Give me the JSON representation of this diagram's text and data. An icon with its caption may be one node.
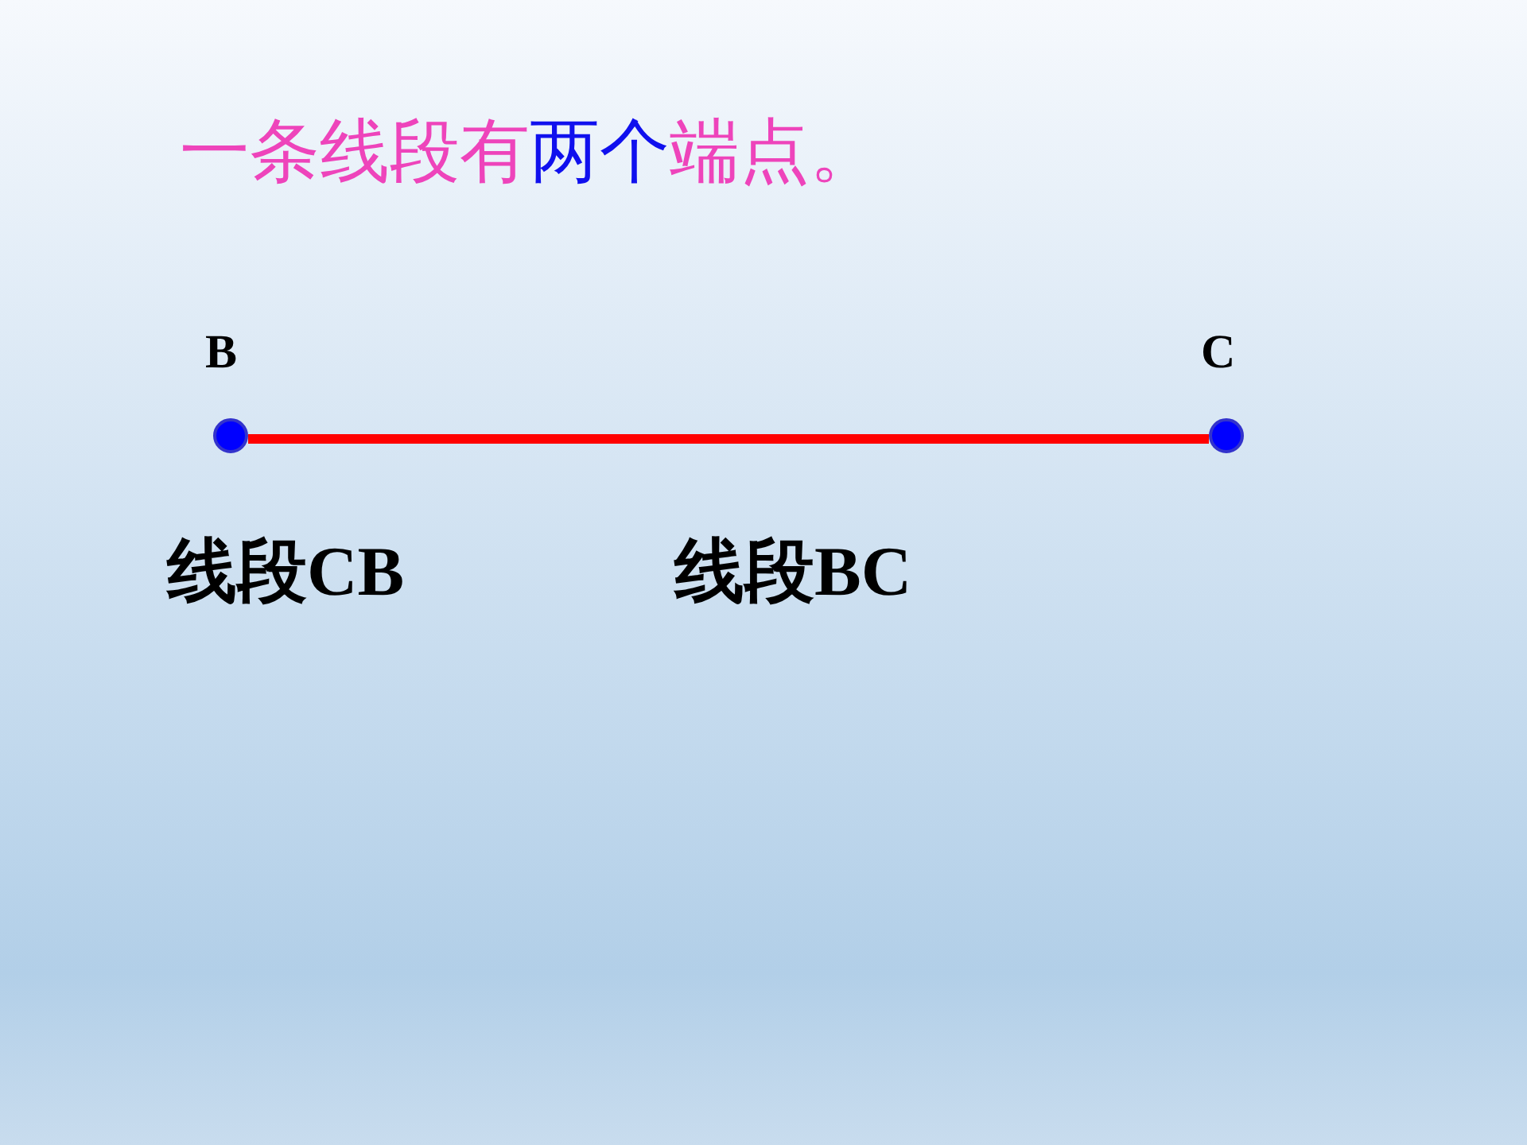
{
  "diagram": {
    "title": "一条线段有**两个**端点。",
    "nodes": [
      {
        "text": [],
        "shape": "circle",
        "beside": [
          "B"
        ]
      },
      {
        "text": [],
        "shape": "circle",
        "beside": [
          "C"
        ]
      }
    ],
    "edges": [
      {
        "from": 0,
        "to": 1,
        "arrow": "none",
        "color": "#ff0000"
      }
    ],
    "labels": [
      "线段CB",
      "线段BC"
    ]
  }
}
